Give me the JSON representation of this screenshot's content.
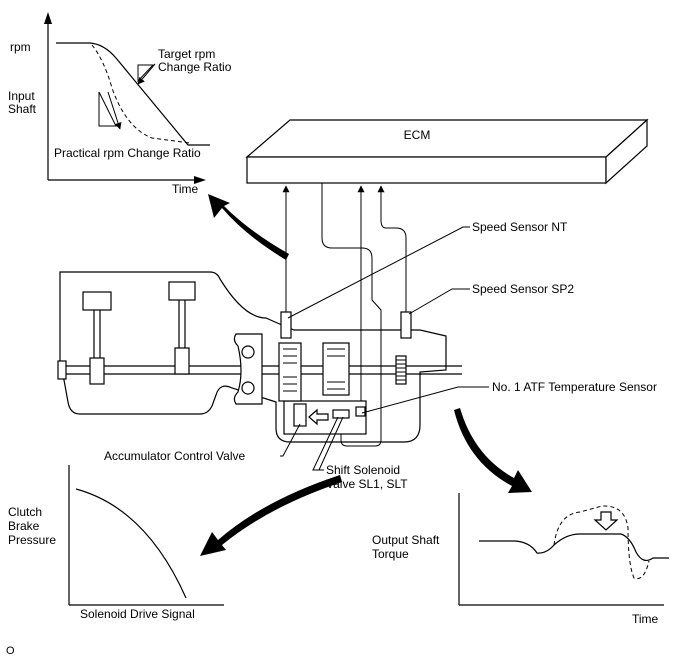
{
  "graph_input": {
    "y_unit": "rpm",
    "y_label_1": "Input",
    "y_label_2": "Shaft",
    "x_label": "Time",
    "target_label_1": "Target rpm",
    "target_label_2": "Change Ratio",
    "practical_label": "Practical rpm Change Ratio"
  },
  "ecm": {
    "label": "ECM"
  },
  "callouts": {
    "speed_sensor_nt": "Speed Sensor NT",
    "speed_sensor_sp2": "Speed Sensor SP2",
    "atf_temp_sensor": "No. 1 ATF Temperature Sensor",
    "accumulator_valve": "Accumulator Control Valve",
    "shift_solenoid_1": "Shift Solenoid",
    "shift_solenoid_2": "Valve SL1, SLT"
  },
  "graph_clutch": {
    "y_label_1": "Clutch",
    "y_label_2": "Brake",
    "y_label_3": "Pressure",
    "x_label": "Solenoid Drive Signal"
  },
  "graph_output": {
    "y_label_1": "Output Shaft",
    "y_label_2": "Torque",
    "x_label": "Time"
  },
  "footer": {
    "code": "O"
  }
}
